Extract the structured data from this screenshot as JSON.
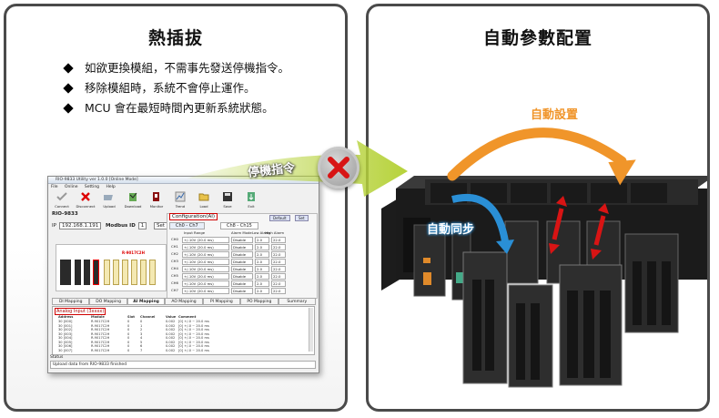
{
  "left_panel": {
    "title": "熱插拔",
    "bullets": [
      "如欲更換模組，不需事先發送停機指令。",
      "移除模組時，系統不會停止運作。",
      "MCU 會在最短時間內更新系統狀態。"
    ],
    "arrow_label": "停機指令"
  },
  "right_panel": {
    "title": "自動參數配置",
    "auto_set_label": "自動設置",
    "auto_sync_label": "自動同步"
  },
  "app": {
    "title": "RIO-9833 Utility  ver 1.0.0 [Online Mode]",
    "menu": [
      "File",
      "Online",
      "Setting",
      "Help"
    ],
    "toolbar": [
      "Connect",
      "Disconnect",
      "Upload",
      "Download",
      "Monitor",
      "Trend",
      "Load",
      "Save",
      "Exit"
    ],
    "device": "RIO-9833",
    "ip_label": "IP",
    "ip": "192.168.1.191",
    "modbus_label": "Modbus ID",
    "modbus_id": "1",
    "set_label": "Set",
    "module_name": "R-9017C2H",
    "config_title": "Configuration(AI)",
    "default_btn": "Default",
    "set_btn": "Set",
    "config_tabs": [
      "Ch0 - Ch7",
      "Ch8 - Ch15"
    ],
    "config_headers": [
      "Input Range",
      "Alarm Mode",
      "Low Alarm",
      "High Alarm"
    ],
    "config_rows": [
      {
        "ch": "CH0",
        "range": "+/-10V (20.0 ms)",
        "mode": "Disable",
        "low": "2.0",
        "high": "22.0"
      },
      {
        "ch": "CH1",
        "range": "+/-10V (20.0 ms)",
        "mode": "Disable",
        "low": "2.0",
        "high": "22.0"
      },
      {
        "ch": "CH2",
        "range": "+/-10V (20.0 ms)",
        "mode": "Disable",
        "low": "2.0",
        "high": "22.0"
      },
      {
        "ch": "CH3",
        "range": "+/-10V (20.0 ms)",
        "mode": "Disable",
        "low": "2.0",
        "high": "22.0"
      },
      {
        "ch": "CH4",
        "range": "+/-10V (20.0 ms)",
        "mode": "Disable",
        "low": "2.0",
        "high": "22.0"
      },
      {
        "ch": "CH5",
        "range": "+/-10V (20.0 ms)",
        "mode": "Disable",
        "low": "2.0",
        "high": "22.0"
      },
      {
        "ch": "CH6",
        "range": "+/-10V (20.0 ms)",
        "mode": "Disable",
        "low": "2.0",
        "high": "22.0"
      },
      {
        "ch": "CH7",
        "range": "+/-10V (20.0 ms)",
        "mode": "Disable",
        "low": "2.0",
        "high": "22.0"
      }
    ],
    "mapping_tabs": [
      "DI Mapping",
      "DO Mapping",
      "AI Mapping",
      "AO Mapping",
      "PI Mapping",
      "PO Mapping",
      "Summary"
    ],
    "active_tab": "AI Mapping",
    "table_title": "Analog Input (3xxxx)",
    "table_headers": [
      "Address",
      "Module",
      "Slot",
      "Channel",
      "Value",
      "Comment"
    ],
    "table_rows": [
      {
        "addr": "30 [000]",
        "module": "R-9017C2H",
        "slot": "0",
        "ch": "0",
        "value": "0.002",
        "comment": "[0] +/-0 ~ 20.0 ms"
      },
      {
        "addr": "30 [001]",
        "module": "R-9017C2H",
        "slot": "0",
        "ch": "1",
        "value": "0.002",
        "comment": "[0] +/-0 ~ 20.0 ms"
      },
      {
        "addr": "30 [002]",
        "module": "R-9017C2H",
        "slot": "0",
        "ch": "2",
        "value": "0.002",
        "comment": "[0] +/-0 ~ 20.0 ms"
      },
      {
        "addr": "30 [003]",
        "module": "R-9017C2H",
        "slot": "0",
        "ch": "3",
        "value": "0.002",
        "comment": "[0] +/-0 ~ 20.0 ms"
      },
      {
        "addr": "30 [004]",
        "module": "R-9017C2H",
        "slot": "0",
        "ch": "4",
        "value": "0.002",
        "comment": "[0] +/-0 ~ 20.0 ms"
      },
      {
        "addr": "30 [005]",
        "module": "R-9017C2H",
        "slot": "0",
        "ch": "5",
        "value": "0.002",
        "comment": "[0] +/-0 ~ 20.0 ms"
      },
      {
        "addr": "30 [006]",
        "module": "R-9017C2H",
        "slot": "0",
        "ch": "6",
        "value": "0.002",
        "comment": "[0] +/-0 ~ 20.0 ms"
      },
      {
        "addr": "30 [007]",
        "module": "R-9017C2H",
        "slot": "0",
        "ch": "7",
        "value": "0.002",
        "comment": "[0] +/-0 ~ 20.0 ms"
      }
    ],
    "status_label": "Status",
    "status_text": "Upload data from RIO-9833 finished"
  },
  "colors": {
    "orange": "#f0952a",
    "blue": "#2a8fd6",
    "red": "#d81414",
    "green": "#b6d23a",
    "frame": "#4a4a4a"
  }
}
